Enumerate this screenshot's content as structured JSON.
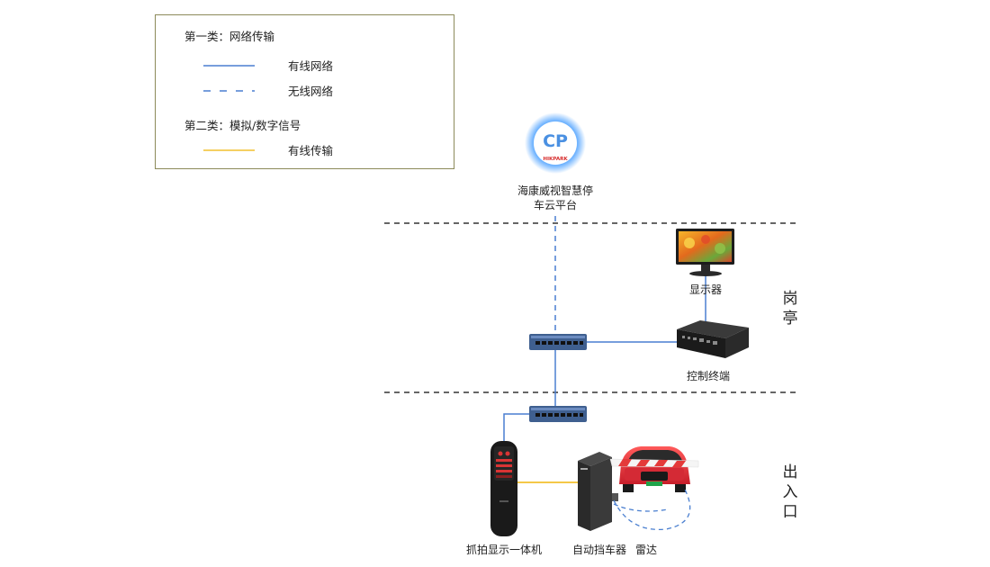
{
  "legend": {
    "cat1_title": "第一类：网络传输",
    "wired_network": "有线网络",
    "wireless_network": "无线网络",
    "cat2_title": "第二类：模拟/数字信号",
    "wired_transmission": "有线传输"
  },
  "cloud": {
    "logo_text": "HIKPARK",
    "label_line1": "海康威视智慧停",
    "label_line2": "车云平台"
  },
  "areas": {
    "booth": [
      "岗",
      "亭"
    ],
    "exit": [
      "出",
      "入",
      "口"
    ]
  },
  "devices": {
    "monitor": "显示器",
    "control_terminal": "控制终端",
    "capture_display": "抓拍显示一体机",
    "barrier": "自动挡车器",
    "radar": "雷达"
  },
  "colors": {
    "wired_network": "#4a7fd0",
    "wireless_network": "#4a7fd0",
    "analog_digital": "#f2c12e",
    "zone_divider": "#333333",
    "legend_border": "#8c8a5a"
  }
}
